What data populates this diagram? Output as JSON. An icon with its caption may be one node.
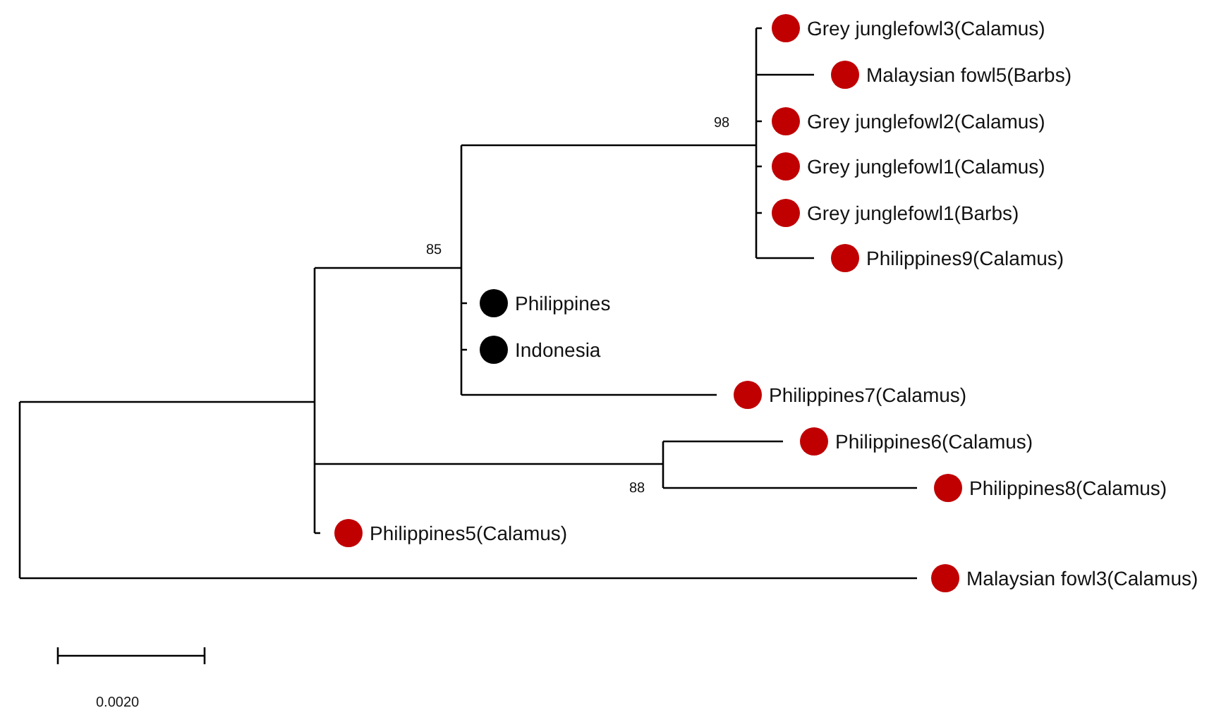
{
  "diagram": {
    "nodes": [
      {
        "text": [
          "Grey junglefowl3(Calamus)"
        ]
      },
      {
        "text": [
          "Malaysian fowl5(Barbs)"
        ]
      },
      {
        "text": [
          "Grey junglefowl2(Calamus)"
        ]
      },
      {
        "text": [
          "Grey junglefowl1(Calamus)"
        ]
      },
      {
        "text": [
          "Grey junglefowl1(Barbs)"
        ]
      },
      {
        "text": [
          "Philippines9(Calamus)"
        ]
      },
      {
        "text": [
          "Philippines"
        ]
      },
      {
        "text": [
          "Indonesia"
        ]
      },
      {
        "text": [
          "Philippines7(Calamus)"
        ]
      },
      {
        "text": [
          "Philippines6(Calamus)"
        ]
      },
      {
        "text": [
          "Philippines8(Calamus)"
        ]
      },
      {
        "text": [
          "Philippines5(Calamus)"
        ]
      },
      {
        "text": [
          "Malaysian fowl3(Calamus)"
        ]
      }
    ],
    "labels": [
      "98",
      "85",
      "88",
      "0.0020"
    ]
  }
}
